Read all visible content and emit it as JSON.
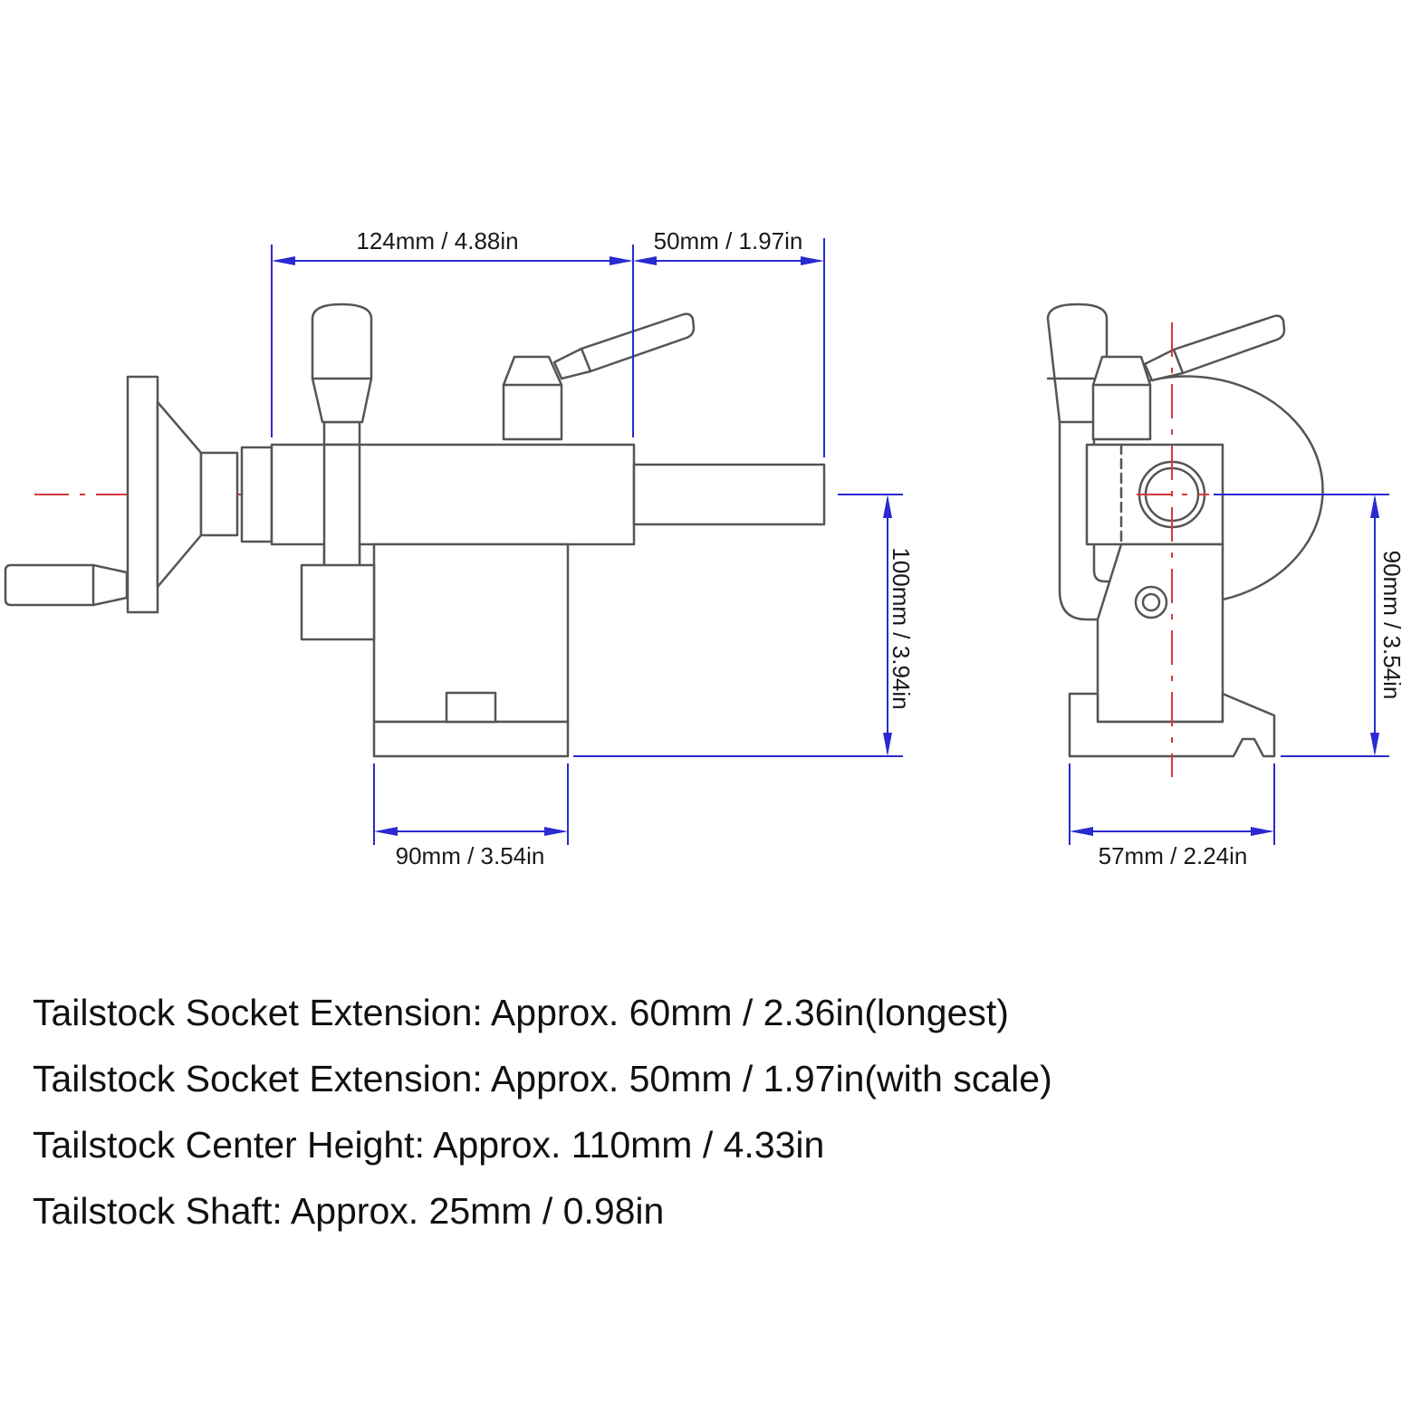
{
  "dimensions": {
    "side_view": {
      "length_main": "124mm / 4.88in",
      "length_extension": "50mm / 1.97in",
      "height": "100mm / 3.94in",
      "base_width": "90mm / 3.54in"
    },
    "end_view": {
      "height": "90mm / 3.54in",
      "base_width": "57mm / 2.24in"
    }
  },
  "specs": [
    "Tailstock Socket Extension: Approx. 60mm / 2.36in(longest)",
    "Tailstock Socket Extension: Approx. 50mm / 1.97in(with scale)",
    "Tailstock Center Height: Approx. 110mm / 4.33in",
    "Tailstock Shaft: Approx. 25mm / 0.98in"
  ],
  "colors": {
    "outline": "#555555",
    "dimension_lines": "#2a2ad0",
    "center_lines": "#d9383a",
    "text": "#111111"
  }
}
